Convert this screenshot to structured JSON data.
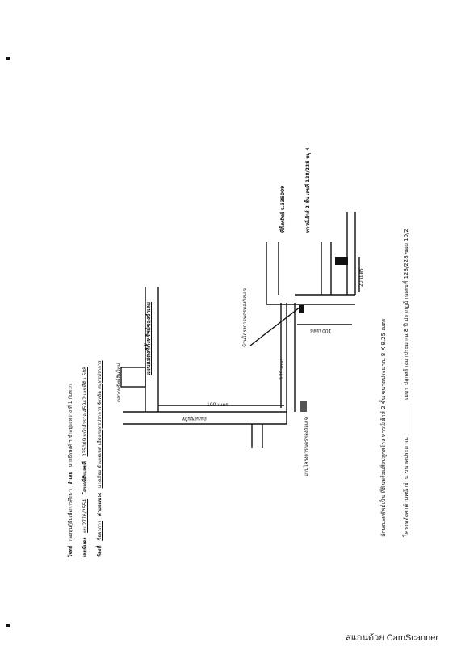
{
  "header": {
    "title": "แผนแสดงที่ตั้งทรัพย์ของจำเลย",
    "rows": [
      {
        "label": "โจทก์",
        "value": "กองทุนกู้ยืมเพื่อการศึกษา",
        "l2": "จำเลย",
        "v2": "นายธีรพงศ์ ฯ  ชำอยู่ระหว่าง ที่ 1 กับพวก"
      },
      {
        "label": "เลขที่แดง",
        "value": "ผบ.2776/2554",
        "l2": "โฉนดที่ดินเลขที่",
        "v2": "335009  หน้าสำรวจ  45942  เลขที่ดิน  508"
      },
      {
        "label": "ห้องที่",
        "value": "ชื่ออาการ",
        "l2": "ตำบลแขวง",
        "v2": "บางเมือง  อำเภอเขต  เมืองสมุทรปราการ  จังหวัด  สมุทรปราการ"
      }
    ]
  },
  "map": {
    "road_name": "ถนนสุขุมวิท",
    "dist_100_a": "100 เมตร",
    "dist_175": "175 เมตร",
    "dist_100_b": "100 เมตร",
    "dist_20": "20 เมตร",
    "market": "ตลาดทรัพย์สินใหม่",
    "project_a": "บ้านโครงการนครทองวิลเลจ",
    "project_b": "บ้านโครงการนครทองวิลเลจ",
    "asset_line1": "ที่ตั้งทรัพย์ จ.335009",
    "asset_line2": "ทาวน์เฮ้าส์ 2 ชั้น เลขที่ 128/228 หมู่ 4"
  },
  "bottom": {
    "line1": "ลักษณะทรัพย์เป็น      ที่ดินพร้อมสิ่งปลูกสร้าง ทาวน์เฮ้าส์ 2 ชั้น     ขนาดประมาณ    8 X 9.25    เมตร",
    "line2": "โครงหลังคาด้านหน้าบ้าน ขนาดประมาณ ____________ เมตร  ปลูกสร้างมาประมาณ   8   ปี  ปรากฏบ้านเลขที่  128/228  ซอย 10/2"
  },
  "footer": {
    "scanner": "สแกนด้วย CamScanner"
  }
}
